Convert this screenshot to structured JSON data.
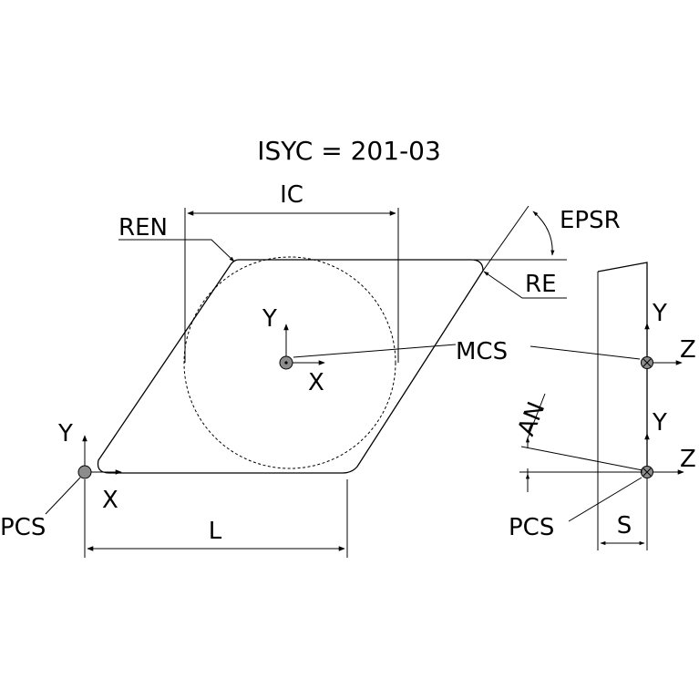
{
  "title": "ISYC = 201-03",
  "dimensions": {
    "ic": "IC",
    "l": "L",
    "s": "S",
    "an": "AN",
    "epsr": "EPSR",
    "re": "RE",
    "ren": "REN"
  },
  "coordinate_systems": {
    "mcs": "MCS",
    "pcs_top": "PCS",
    "pcs_side": "PCS"
  },
  "axes": {
    "x": "X",
    "y": "Y",
    "z": "Z"
  },
  "colors": {
    "line": "#000000",
    "marker_fill": "#8c8c8c",
    "background": "#ffffff"
  }
}
